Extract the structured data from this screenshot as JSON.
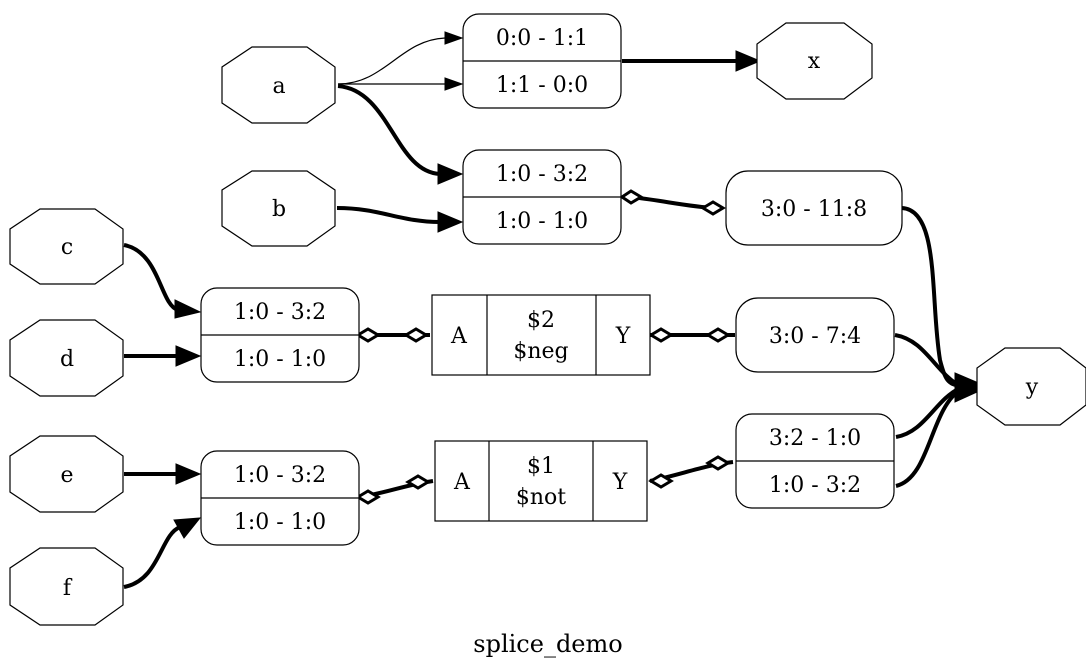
{
  "title": "splice_demo",
  "ports": {
    "a": "a",
    "b": "b",
    "c": "c",
    "d": "d",
    "e": "e",
    "f": "f",
    "x": "x",
    "y": "y"
  },
  "splices": {
    "ax": [
      "0:0 - 1:1",
      "1:1 - 0:0"
    ],
    "ab": [
      "1:0 - 3:2",
      "1:0 - 1:0"
    ],
    "cd": [
      "1:0 - 3:2",
      "1:0 - 1:0"
    ],
    "ef": [
      "1:0 - 3:2",
      "1:0 - 1:0"
    ],
    "out11": [
      "3:0 - 11:8"
    ],
    "out7": [
      "3:0 - 7:4"
    ],
    "outnot": [
      "3:2 - 1:0",
      "1:0 - 3:2"
    ]
  },
  "cells": {
    "neg": {
      "in": "A",
      "id": "$2",
      "type": "$neg",
      "out": "Y"
    },
    "not": {
      "in": "A",
      "id": "$1",
      "type": "$not",
      "out": "Y"
    }
  }
}
